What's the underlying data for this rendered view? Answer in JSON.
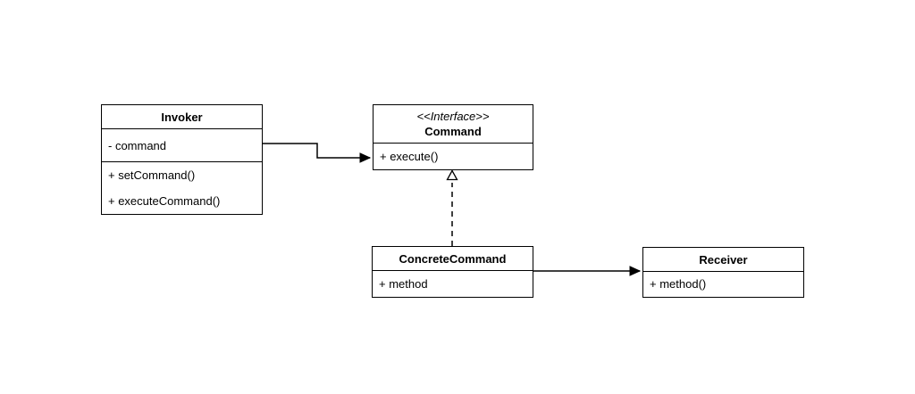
{
  "diagram": {
    "background_color": "#ffffff",
    "stroke_color": "#000000",
    "classes": {
      "invoker": {
        "name": "Invoker",
        "attributes": [
          "- command"
        ],
        "methods": [
          "+ setCommand()",
          "+ executeCommand()"
        ]
      },
      "command": {
        "stereotype": "<<Interface>>",
        "name": "Command",
        "methods": [
          "+ execute()"
        ]
      },
      "concrete_command": {
        "name": "ConcreteCommand",
        "members": [
          "+ method"
        ]
      },
      "receiver": {
        "name": "Receiver",
        "members": [
          "+ method()"
        ]
      }
    },
    "relations": [
      {
        "from": "Invoker",
        "to": "Command",
        "type": "directed-association",
        "line": "solid",
        "arrowhead": "filled-triangle"
      },
      {
        "from": "ConcreteCommand",
        "to": "Command",
        "type": "realization",
        "line": "dashed",
        "arrowhead": "hollow-triangle"
      },
      {
        "from": "ConcreteCommand",
        "to": "Receiver",
        "type": "directed-association",
        "line": "solid",
        "arrowhead": "filled-triangle"
      }
    ]
  }
}
